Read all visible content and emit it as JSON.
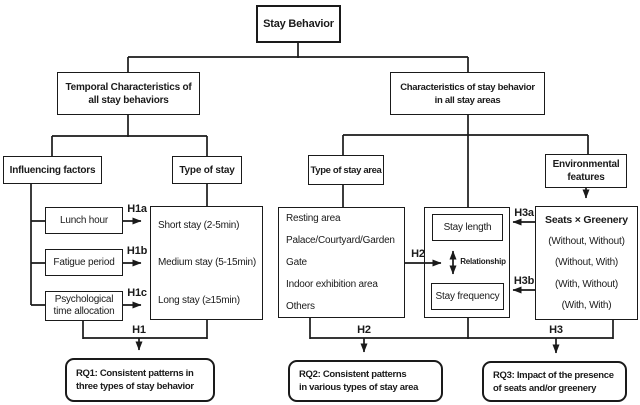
{
  "colors": {
    "line": "#1a1a1a",
    "background": "#ffffff"
  },
  "nodes": {
    "stay_behavior": "Stay Behavior",
    "temporal_line1": "Temporal Characteristics of",
    "temporal_line2": "all stay behaviors",
    "characteristics_line1": "Characteristics of stay behavior",
    "characteristics_line2": "in all stay areas",
    "influencing_factors": "Influencing factors",
    "type_of_stay": "Type of stay",
    "type_of_stay_area": "Type of stay area",
    "environmental_line1": "Environmental",
    "environmental_line2": "features",
    "lunch_hour": "Lunch hour",
    "fatigue_period": "Fatigue period",
    "psychological_line1": "Psychological",
    "psychological_line2": "time allocation",
    "stay_types": [
      "Short stay (2-5min)",
      "Medium stay (5-15min)",
      "Long stay (≥15min)"
    ],
    "stay_areas": [
      "Resting area",
      "Palace/Courtyard/Garden",
      "Gate",
      "Indoor exhibition area",
      "Others"
    ],
    "stay_length": "Stay length",
    "stay_frequency": "Stay frequency",
    "relationship": "Relationship",
    "seats_greenery_header": "Seats × Greenery",
    "seats_greenery_items": [
      "(Without, Without)",
      "(Without, With)",
      "(With, Without)",
      "(With, With)"
    ],
    "rq1_line1": "RQ1: Consistent patterns in",
    "rq1_line2": "three types of stay behavior",
    "rq2_line1": "RQ2: Consistent patterns",
    "rq2_line2": "in various types of stay area",
    "rq3_line1": "RQ3: Impact of the presence",
    "rq3_line2": "of seats and/or greenery"
  },
  "hypotheses": {
    "h1a": "H1a",
    "h1b": "H1b",
    "h1c": "H1c",
    "h1": "H1",
    "h2_mid": "H2",
    "h2": "H2",
    "h3a": "H3a",
    "h3b": "H3b",
    "h3": "H3"
  }
}
